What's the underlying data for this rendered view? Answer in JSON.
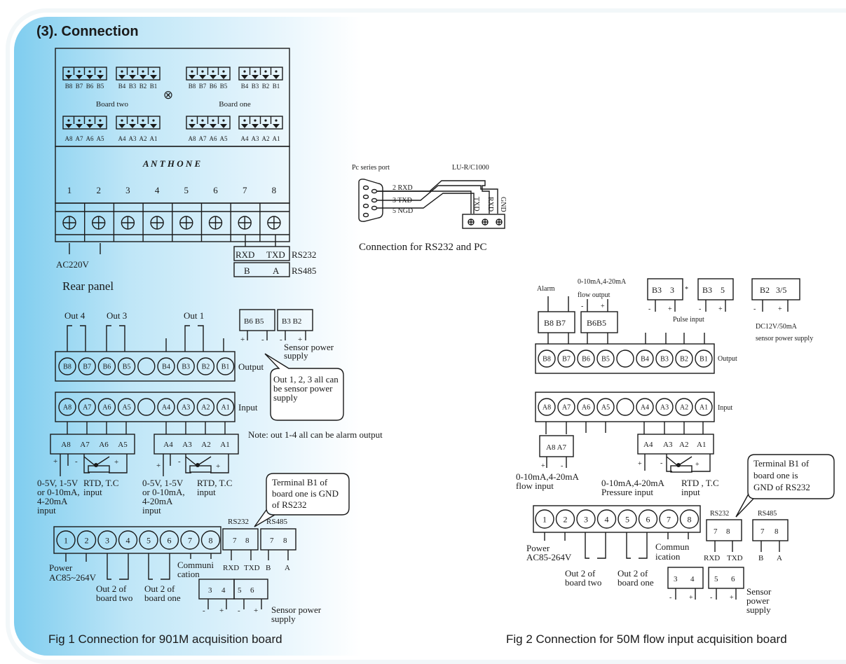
{
  "section_title": "(3). Connection",
  "rear_panel": {
    "top_board_two_b": [
      "B8",
      "B7",
      "B6",
      "B5",
      "B4",
      "B3",
      "B2",
      "B1"
    ],
    "top_board_one_b": [
      "B8",
      "B7",
      "B6",
      "B5",
      "B4",
      "B3",
      "B2",
      "B1"
    ],
    "top_board_two_a": [
      "A8",
      "A7",
      "A6",
      "A5",
      "A4",
      "A3",
      "A2",
      "A1"
    ],
    "top_board_one_a": [
      "A8",
      "A7",
      "A6",
      "A5",
      "A4",
      "A3",
      "A2",
      "A1"
    ],
    "board_two_label": "Board two",
    "board_one_label": "Board one",
    "brand": "A N T H O N E",
    "terminal_numbers": [
      "1",
      "2",
      "3",
      "4",
      "5",
      "6",
      "7",
      "8"
    ],
    "ac_label": "AC220V",
    "rs232_pins": [
      "RXD",
      "TXD"
    ],
    "rs232_label": "RS232",
    "rs485_pins": [
      "B",
      "A"
    ],
    "rs485_label": "RS485",
    "caption": "Rear panel",
    "screw_icon": "circle-plus-icon",
    "fuse_icon": "circle-x-icon"
  },
  "pc_connection": {
    "port_label": "Pc series port",
    "device_label": "LU-R/C1000",
    "wires": [
      "2 RXD",
      "3 TXD",
      "5 NGD"
    ],
    "device_pins": [
      "TXD",
      "RXD",
      "GND"
    ],
    "caption": "Connection for RS232 and PC"
  },
  "fig1": {
    "outputs": [
      "Out 4",
      "Out 3",
      "Out 1"
    ],
    "output_terminals": [
      "B8",
      "B7",
      "B6",
      "B5",
      "",
      "B4",
      "B3",
      "B2",
      "B1"
    ],
    "output_label": "Output",
    "input_terminals": [
      "A8",
      "A7",
      "A6",
      "A5",
      "",
      "A4",
      "A3",
      "A2",
      "A1"
    ],
    "input_label": "Input",
    "sensor_boxes": [
      "B6 B5",
      "B3 B2"
    ],
    "sensor_signs": [
      "+",
      "-",
      "-",
      "+"
    ],
    "sensor_label": [
      "Sensor power",
      "supply"
    ],
    "callout1": [
      "Out 1, 2, 3 all can",
      "be sensor power",
      "supply"
    ],
    "note": "Note: out 1-4 all can be alarm output",
    "input_box_left": [
      "A8",
      "A7",
      "A6",
      "A5"
    ],
    "input_box_right": [
      "A4",
      "A3",
      "A2",
      "A1"
    ],
    "signs": [
      "+",
      "-",
      "+"
    ],
    "analog_label": [
      "0-5V, 1-5V",
      "or 0-10mA,",
      "4-20mA",
      "input"
    ],
    "rtd_label": [
      "RTD, T.C",
      "input"
    ],
    "callout2": [
      "Terminal B1 of",
      "board one is GND",
      "of RS232"
    ],
    "rs232_label": "RS232",
    "rs485_label": "RS485",
    "power_terminals": [
      "1",
      "2",
      "3",
      "4",
      "5",
      "6",
      "7",
      "8"
    ],
    "rs_pins": [
      "7",
      "8"
    ],
    "rs232_signals": [
      "RXD",
      "TXD"
    ],
    "rs485_signals": [
      "B",
      "A"
    ],
    "power_label": [
      "Power",
      "AC85~264V"
    ],
    "out2_two": [
      "Out 2 of",
      "board two"
    ],
    "out2_one": [
      "Out 2 of",
      "board one"
    ],
    "comm_label": [
      "Communi",
      "cation"
    ],
    "supply_pins": [
      "3",
      "4",
      "5",
      "6"
    ],
    "supply_signs": [
      "-",
      "+",
      "-",
      "+"
    ],
    "supply_label": [
      "Sensor power",
      "supply"
    ],
    "caption": "Fig 1 Connection for 901M acquisition board"
  },
  "fig2": {
    "alarm_label": "Alarm",
    "flow_out_label": [
      "0-10mA,4-20mA",
      "flow output"
    ],
    "alarm_box": "B8 B7",
    "flow_box": "B6B5",
    "flow_signs": [
      "-",
      "+"
    ],
    "pulse_boxes": [
      "B3    3",
      "B3    5"
    ],
    "pulse_star": "*",
    "pulse_label": "Pulse input",
    "dc_box": "B2   3/5",
    "dc_label": [
      "DC12V/50mA",
      "sensor power supply"
    ],
    "pm_signs": [
      "-",
      "+"
    ],
    "output_terminals": [
      "B8",
      "B7",
      "B6",
      "B5",
      "",
      "B4",
      "B3",
      "B2",
      "B1"
    ],
    "output_label": "Output",
    "input_terminals": [
      "A8",
      "A7",
      "A6",
      "A5",
      "",
      "A4",
      "A3",
      "A2",
      "A1"
    ],
    "input_label": "Input",
    "a87_box": "A8 A7",
    "flow_in_label": [
      "0-10mA,4-20mA",
      "flow input"
    ],
    "a_box": [
      "A4",
      "A3",
      "A2",
      "A1"
    ],
    "pressure_label": [
      "0-10mA,4-20mA",
      "Pressure input"
    ],
    "rtd_label": [
      "RTD , T.C",
      "input"
    ],
    "callout": [
      "Terminal B1 of",
      "board one is",
      "GND of RS232"
    ],
    "power_terminals": [
      "1",
      "2",
      "3",
      "4",
      "5",
      "6",
      "7",
      "8"
    ],
    "rs232_label": "RS232",
    "rs485_label": "RS485",
    "rs_pins": [
      "7",
      "8"
    ],
    "rs232_signals": [
      "RXD",
      "TXD"
    ],
    "rs485_signals": [
      "B",
      "A"
    ],
    "power_label": [
      "Power",
      "AC85-264V"
    ],
    "comm_label": [
      "Commun",
      "ication"
    ],
    "out2_two": [
      "Out 2 of",
      "board two"
    ],
    "out2_one": [
      "Out 2 of",
      "board one"
    ],
    "supply_pins": [
      "3",
      "4",
      "5",
      "6"
    ],
    "supply_label": [
      "Sensor",
      "power",
      "supply"
    ],
    "caption": "Fig 2 Connection for 50M flow input acquisition board"
  }
}
